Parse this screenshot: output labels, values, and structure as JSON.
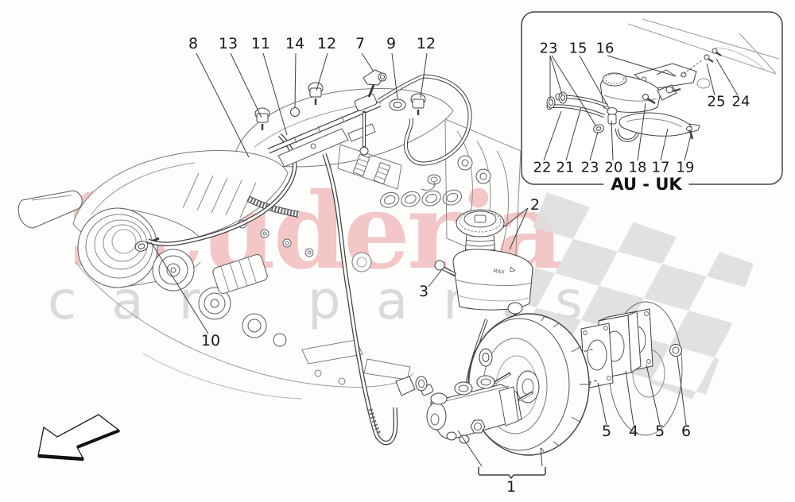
{
  "watermark": {
    "brand": "Scuderia",
    "tagline": "car parts",
    "brand_color": "#f3c7c7",
    "tagline_color": "#dadada"
  },
  "inset": {
    "region_label": "AU - UK"
  },
  "reservoir": {
    "max_label": "MAX"
  },
  "callouts": [
    {
      "n": "8"
    },
    {
      "n": "13"
    },
    {
      "n": "11"
    },
    {
      "n": "14"
    },
    {
      "n": "12"
    },
    {
      "n": "7"
    },
    {
      "n": "9"
    },
    {
      "n": "12"
    },
    {
      "n": "10"
    },
    {
      "n": "2"
    },
    {
      "n": "3"
    },
    {
      "n": "1"
    },
    {
      "n": "5"
    },
    {
      "n": "4"
    },
    {
      "n": "5"
    },
    {
      "n": "6"
    },
    {
      "n": "23"
    },
    {
      "n": "15"
    },
    {
      "n": "16"
    },
    {
      "n": "25"
    },
    {
      "n": "24"
    },
    {
      "n": "22"
    },
    {
      "n": "21"
    },
    {
      "n": "23"
    },
    {
      "n": "20"
    },
    {
      "n": "18"
    },
    {
      "n": "17"
    },
    {
      "n": "19"
    }
  ]
}
